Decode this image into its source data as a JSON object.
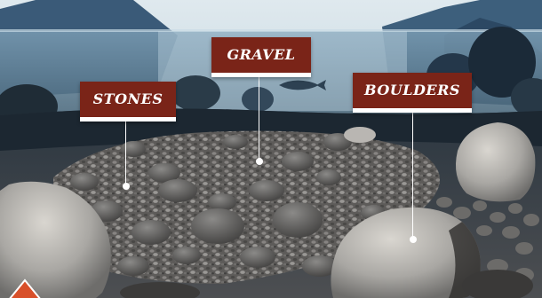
{
  "labels": {
    "gravel": "GRAVEL",
    "stones": "STONES",
    "boulders": "BOULDERS"
  },
  "colors": {
    "label_bg": "#7a2418",
    "label_underline": "#ffffff",
    "water": "#7a9cb3",
    "corner_icon": "#d8502a"
  },
  "icons": {
    "fish": "fish-icon",
    "corner": "triangle-marker-icon"
  }
}
